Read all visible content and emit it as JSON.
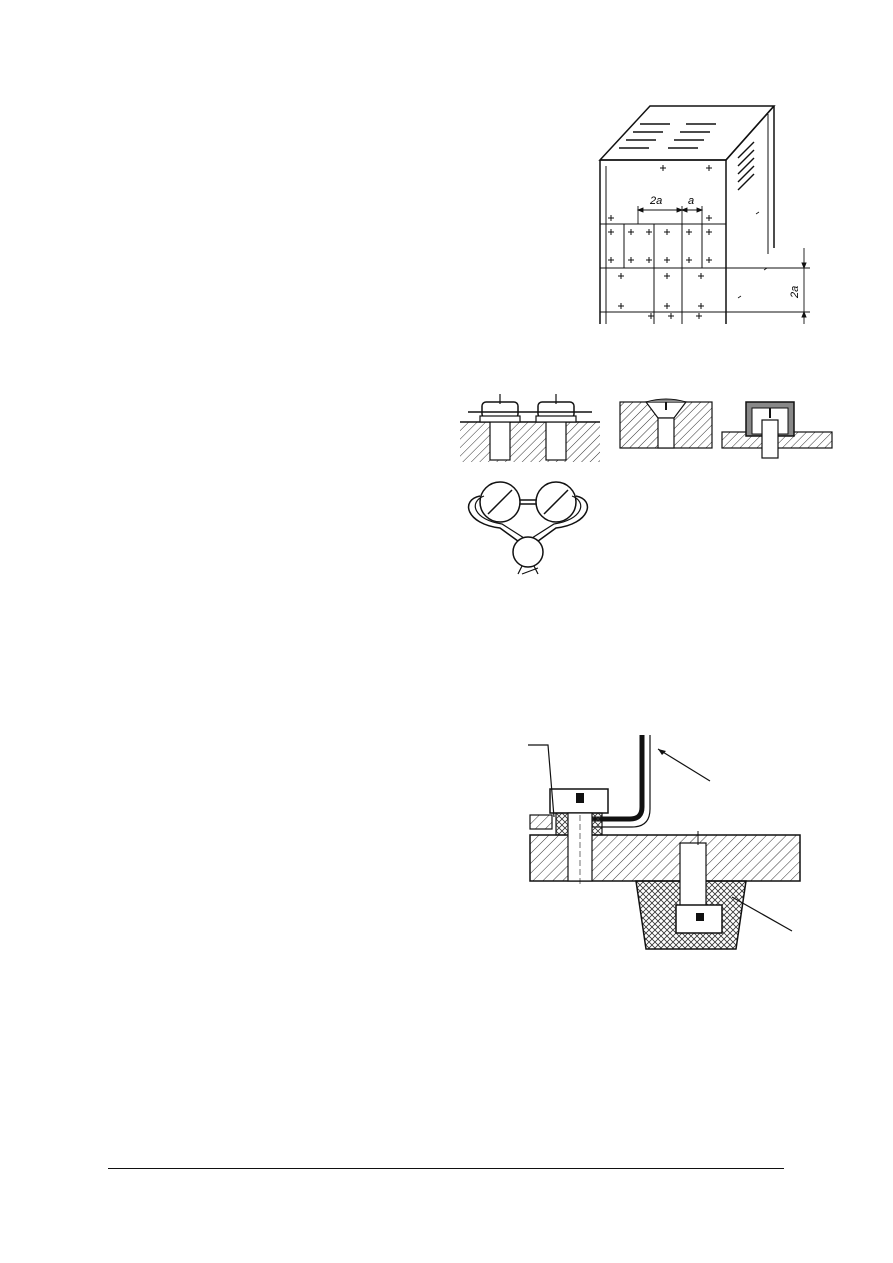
{
  "figures": {
    "housing": {
      "dimension_labels": [
        "2a",
        "a",
        "2a"
      ]
    },
    "screws": {},
    "section": {}
  }
}
